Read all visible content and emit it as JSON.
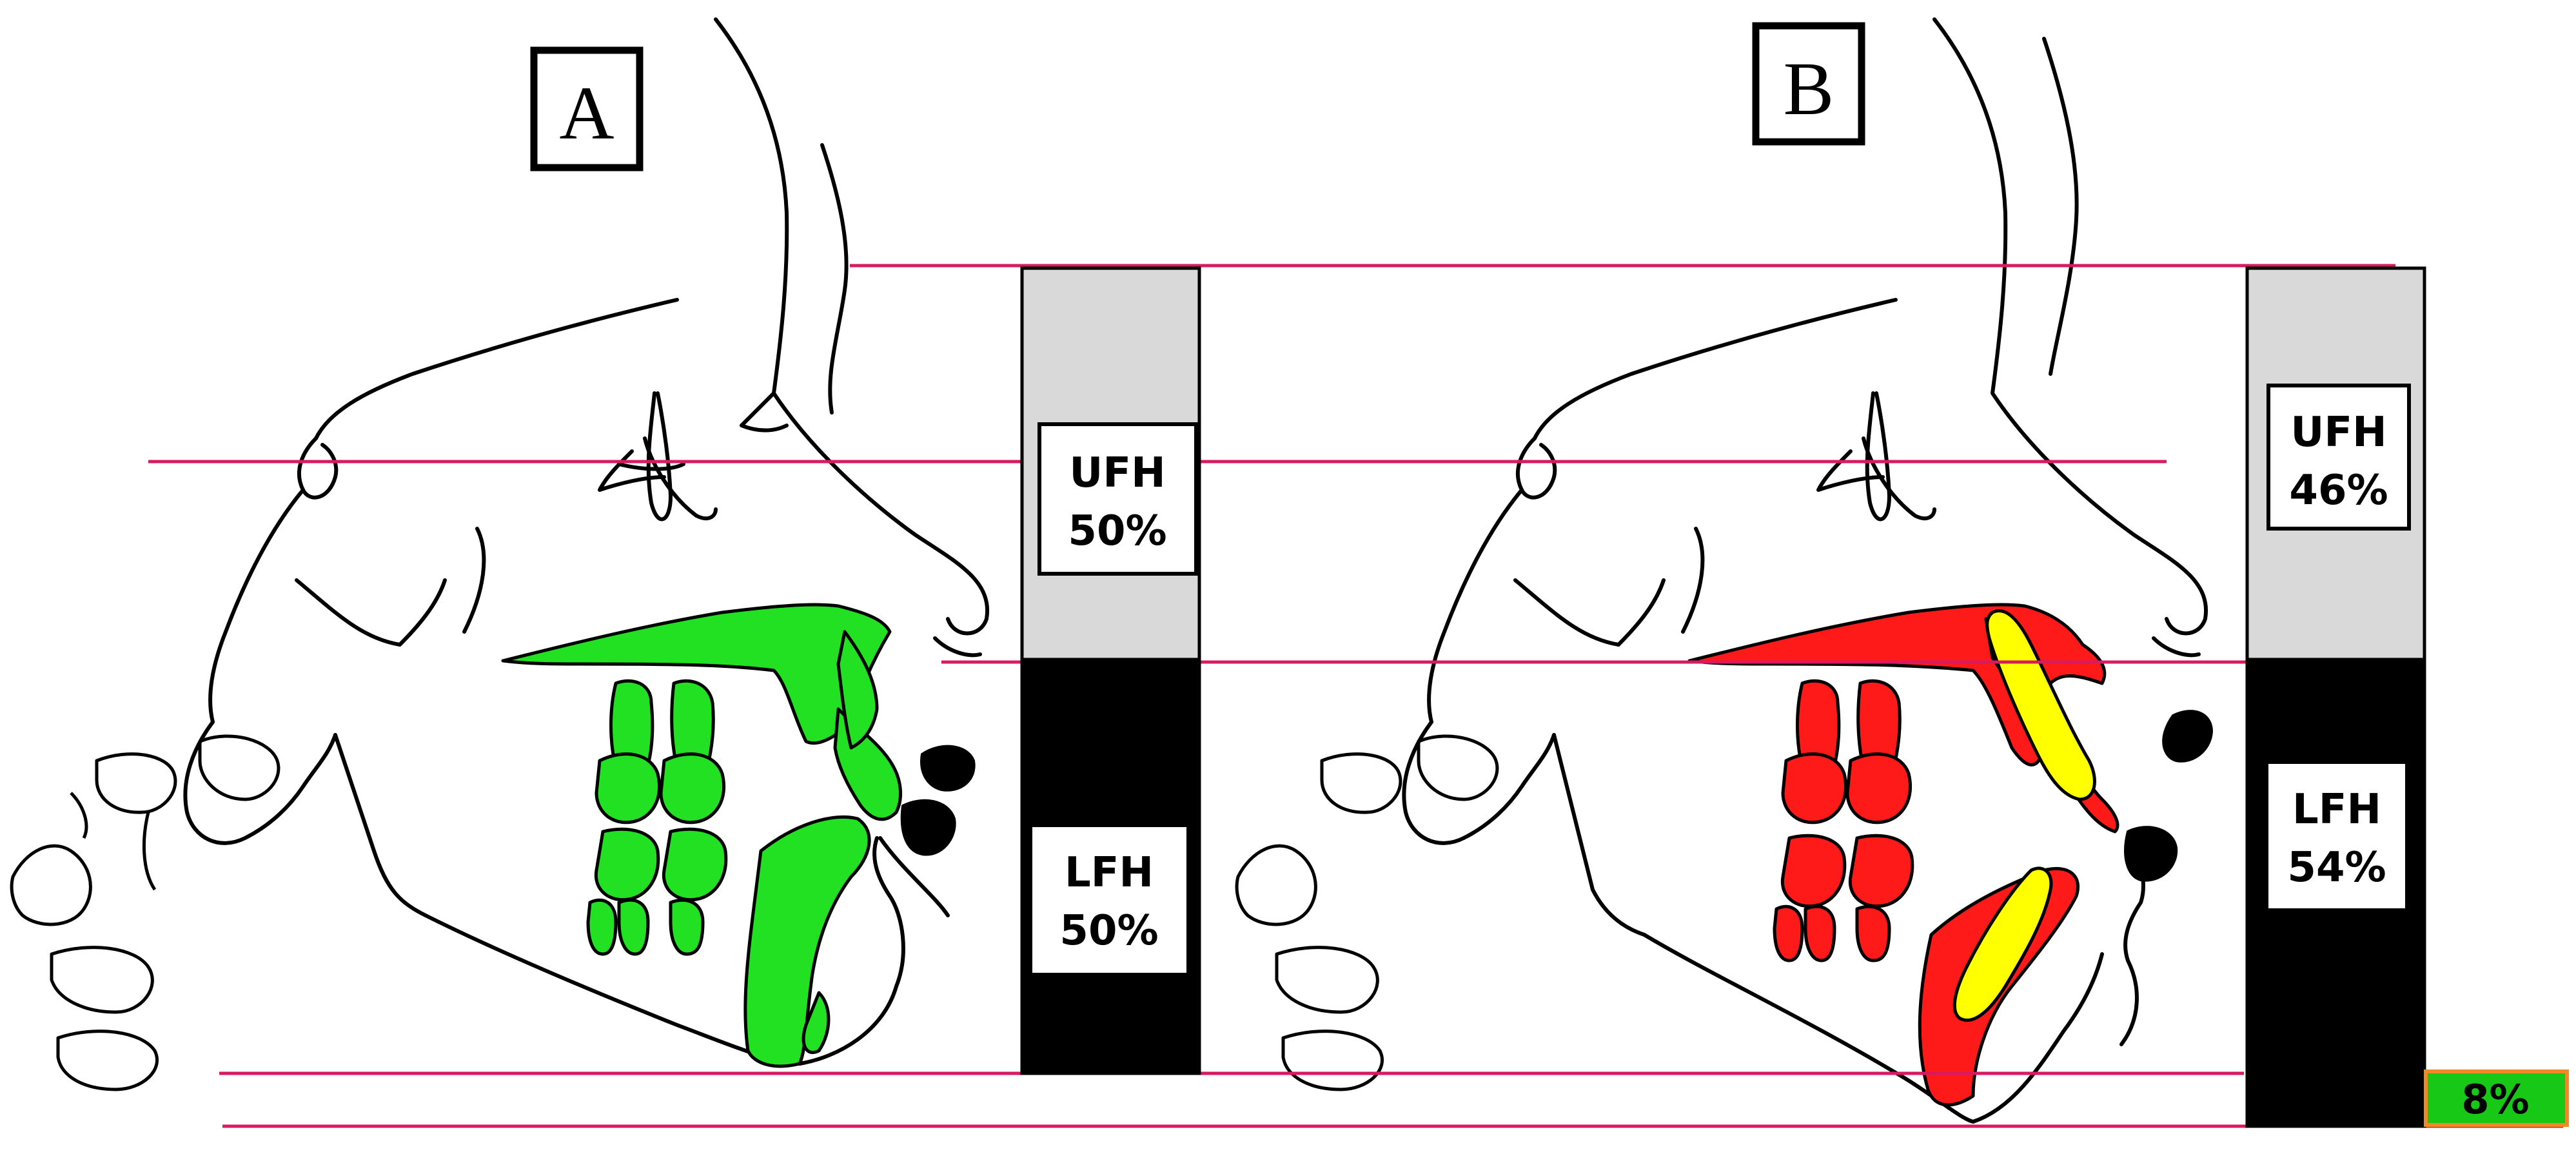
{
  "panels": [
    {
      "letter": "A",
      "upper": {
        "label": "UFH",
        "value": "50%"
      },
      "lower": {
        "label": "LFH",
        "value": "50%"
      }
    },
    {
      "letter": "B",
      "upper": {
        "label": "UFH",
        "value": "46%"
      },
      "lower": {
        "label": "LFH",
        "value": "54%"
      }
    }
  ],
  "difference": {
    "value": "8%"
  },
  "colors": {
    "reference_line": "#d81b60",
    "skeleton_a": "#22e022",
    "skeleton_b": "#ff1a1a",
    "overlay_b": "#ffff00",
    "upper_bar": "#d9d9d9",
    "lower_bar": "#000000",
    "difference_fill": "#17c817",
    "difference_border": "#f08a24"
  }
}
